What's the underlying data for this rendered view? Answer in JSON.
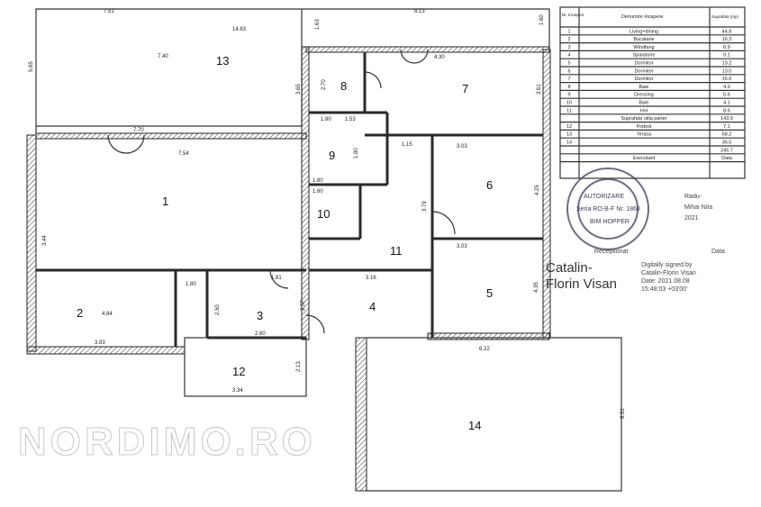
{
  "plan": {
    "rooms": [
      {
        "number": "1"
      },
      {
        "number": "2"
      },
      {
        "number": "3"
      },
      {
        "number": "4"
      },
      {
        "number": "5"
      },
      {
        "number": "6"
      },
      {
        "number": "7"
      },
      {
        "number": "8"
      },
      {
        "number": "9"
      },
      {
        "number": "10"
      },
      {
        "number": "11"
      },
      {
        "number": "12"
      },
      {
        "number": "13"
      },
      {
        "number": "14"
      }
    ],
    "dimensions": [
      "7.51",
      "14.83",
      "8.13",
      "1.63",
      "1.60",
      "5.65",
      "7.40",
      "3.65",
      "2.70",
      "4.30",
      "3.61",
      "1.80",
      "1.53",
      "7.70",
      "7.54",
      "1.15",
      "1.80",
      "3.03",
      "4.25",
      "1.80",
      "1.60",
      "3.79",
      "3.44",
      "3.03",
      "1.80",
      "1.81",
      "3.16",
      "4.35",
      "2.50",
      "2.57",
      "4.84",
      "3.83",
      "2.60",
      "6.22",
      "2.13",
      "3.34",
      "8.51"
    ]
  },
  "table": {
    "headers": [
      "Nr. Incapere",
      "Denumire incapere",
      "Suprafata (mp)"
    ],
    "rows": [
      [
        "1",
        "Living+dining",
        "44.8"
      ],
      [
        "2",
        "Bucatarie",
        "16.3"
      ],
      [
        "3",
        "Windfang",
        "6.9"
      ],
      [
        "4",
        "Spalatorie",
        "9.1"
      ],
      [
        "5",
        "Dormitor",
        "13.2"
      ],
      [
        "6",
        "Dormitor",
        "13.0"
      ],
      [
        "7",
        "Dormitor",
        "16.6"
      ],
      [
        "8",
        "Baie",
        "4.9"
      ],
      [
        "9",
        "Dressing",
        "5.6"
      ],
      [
        "10",
        "Baie",
        "4.1"
      ],
      [
        "11",
        "Hol",
        "8.6"
      ]
    ],
    "subtotal": {
      "label": "Suprafata utila parter",
      "value": "143.9"
    },
    "rows2": [
      [
        "12",
        "Podest",
        "7.1"
      ],
      [
        "13",
        "Terasa",
        "58.2"
      ],
      [
        "14",
        "",
        "36.5"
      ]
    ],
    "total": "245.7",
    "footer_labels": [
      "Executant",
      "Data",
      "Receptionat",
      "Data"
    ]
  },
  "stamp": {
    "lines": [
      "AUTORIZARE",
      "Seria RO-B-F Nr. 1868",
      "BIM HOPPER"
    ]
  },
  "signature": {
    "name_large": [
      "Catalin-",
      "Florin Visan"
    ],
    "digital": [
      "Digitally signed by",
      "Catalin-Florin Visan",
      "Date: 2021.08.08",
      "15:48:03 +03'00'"
    ],
    "other": [
      "Radu-",
      "Mihai Nita",
      "2021"
    ]
  },
  "watermark": "NORDIMO.RO"
}
